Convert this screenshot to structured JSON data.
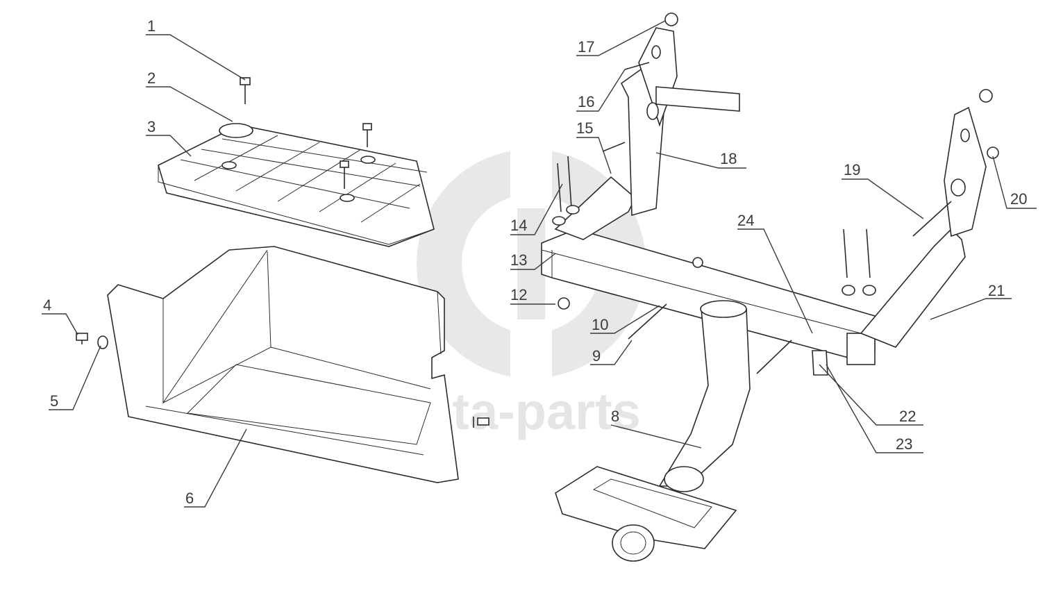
{
  "watermark": {
    "brand": "data-parts",
    "color": "#c8c8c8"
  },
  "callouts": [
    {
      "id": "1",
      "text": "1"
    },
    {
      "id": "2",
      "text": "2"
    },
    {
      "id": "3",
      "text": "3"
    },
    {
      "id": "4",
      "text": "4"
    },
    {
      "id": "5",
      "text": "5"
    },
    {
      "id": "6",
      "text": "6"
    },
    {
      "id": "8",
      "text": "8"
    },
    {
      "id": "9",
      "text": "9"
    },
    {
      "id": "10",
      "text": "10"
    },
    {
      "id": "12",
      "text": "12"
    },
    {
      "id": "13",
      "text": "13"
    },
    {
      "id": "14",
      "text": "14"
    },
    {
      "id": "15",
      "text": "15"
    },
    {
      "id": "16",
      "text": "16"
    },
    {
      "id": "17",
      "text": "17"
    },
    {
      "id": "18",
      "text": "18"
    },
    {
      "id": "19",
      "text": "19"
    },
    {
      "id": "20",
      "text": "20"
    },
    {
      "id": "21",
      "text": "21"
    },
    {
      "id": "22",
      "text": "22"
    },
    {
      "id": "23",
      "text": "23"
    },
    {
      "id": "24",
      "text": "24"
    }
  ],
  "line_color": "#2b2b2b"
}
